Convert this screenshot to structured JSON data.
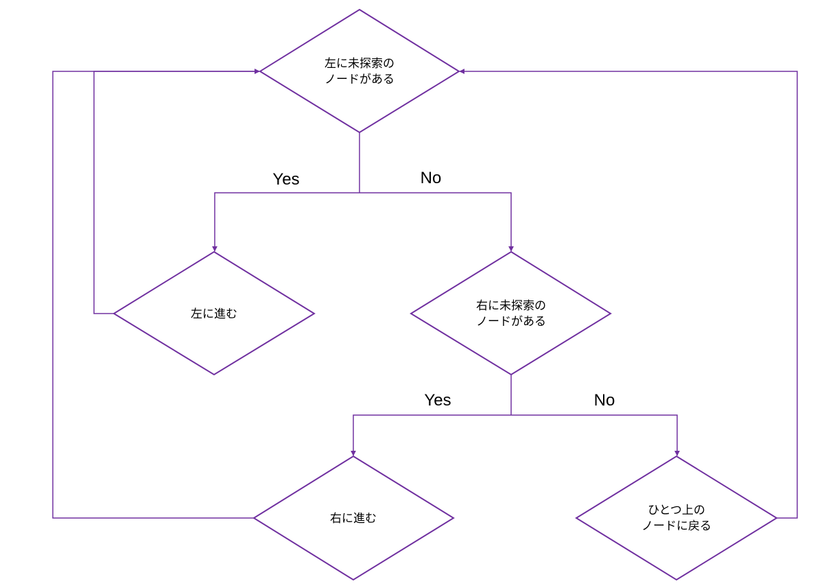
{
  "diagram": {
    "nodes": {
      "left_check": {
        "lines": [
          "左に未探索の",
          "ノードがある"
        ]
      },
      "go_left": {
        "lines": [
          "左に進む"
        ]
      },
      "right_check": {
        "lines": [
          "右に未探索の",
          "ノードがある"
        ]
      },
      "go_right": {
        "lines": [
          "右に進む"
        ]
      },
      "go_up": {
        "lines": [
          "ひとつ上の",
          "ノードに戻る"
        ]
      }
    },
    "edges": {
      "left_check_yes": "Yes",
      "left_check_no": "No",
      "right_check_yes": "Yes",
      "right_check_no": "No"
    },
    "colors": {
      "stroke": "#7030A0",
      "text": "#000000",
      "background": "#FFFFFF"
    }
  }
}
